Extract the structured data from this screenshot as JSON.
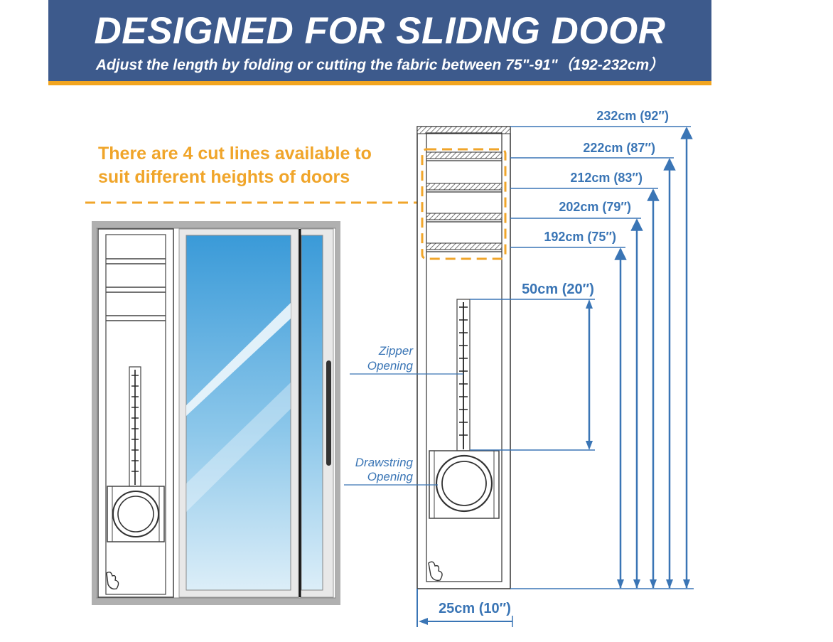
{
  "banner": {
    "title": "DESIGNED FOR SLIDNG DOOR",
    "subtitle": "Adjust the length by folding or cutting the fabric between 75\"-91\"（192-232cm）"
  },
  "callout": {
    "line1": "There are 4 cut lines available to",
    "line2": "suit different heights of doors"
  },
  "labels": {
    "zipper_line1": "Zipper",
    "zipper_line2": "Opening",
    "drawstring_line1": "Drawstring",
    "drawstring_line2": "Opening"
  },
  "dimensions": {
    "heights": [
      "232cm (92″)",
      "222cm (87″)",
      "212cm (83″)",
      "202cm (79″)",
      "192cm (75″)"
    ],
    "zipper_length": "50cm (20″)",
    "width": "25cm (10″)"
  },
  "colors": {
    "banner": "#3d5a8c",
    "accent": "#f2a51f",
    "callout": "#f0a52a",
    "dimension": "#3a75b5",
    "glass_top": "#3a9ad8",
    "glass_bottom": "#dceef8",
    "frame": "#b0b0b0"
  }
}
